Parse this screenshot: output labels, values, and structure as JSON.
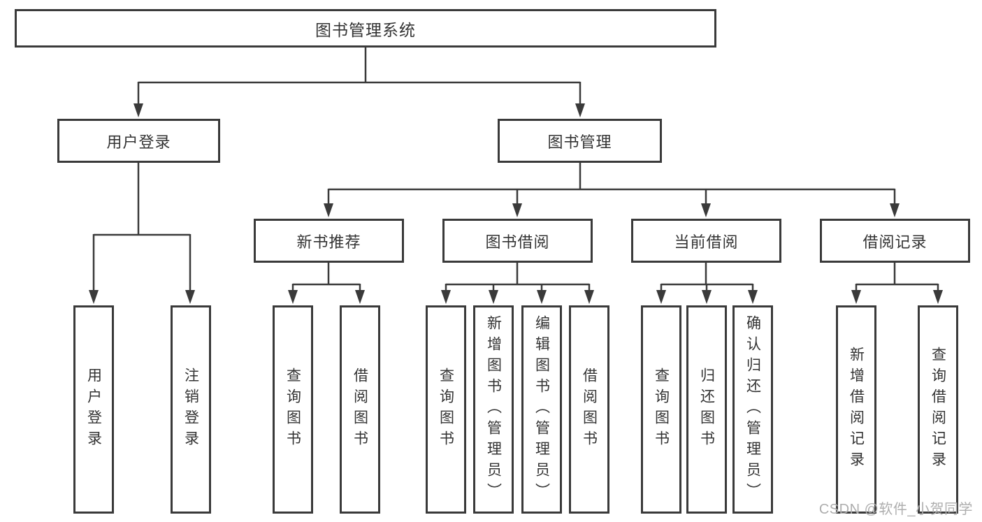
{
  "title": {
    "label": "图书管理系统"
  },
  "branches": {
    "user": {
      "label": "用户登录",
      "leaves": [
        {
          "label": "用户登录"
        },
        {
          "label": "注销登录"
        }
      ]
    },
    "book": {
      "label": "图书管理",
      "groups": [
        {
          "label": "新书推荐",
          "leaves": [
            {
              "label": "查询图书"
            },
            {
              "label": "借阅图书"
            }
          ]
        },
        {
          "label": "图书借阅",
          "leaves": [
            {
              "label": "查询图书"
            },
            {
              "label": "新增图书（管理员）"
            },
            {
              "label": "编辑图书（管理员）"
            },
            {
              "label": "借阅图书"
            }
          ]
        },
        {
          "label": "当前借阅",
          "leaves": [
            {
              "label": "查询图书"
            },
            {
              "label": "归还图书"
            },
            {
              "label": "确认归还（管理员）"
            }
          ]
        },
        {
          "label": "借阅记录",
          "leaves": [
            {
              "label": "新增借阅记录"
            },
            {
              "label": "查询借阅记录"
            }
          ]
        }
      ]
    }
  },
  "watermark": {
    "text": "CSDN @软件_小贺同学"
  },
  "colors": {
    "line": "#3a3a3a",
    "box_border": "#3a3a3a",
    "text": "#333333",
    "background": "#ffffff",
    "watermark": "#aeaeae"
  }
}
